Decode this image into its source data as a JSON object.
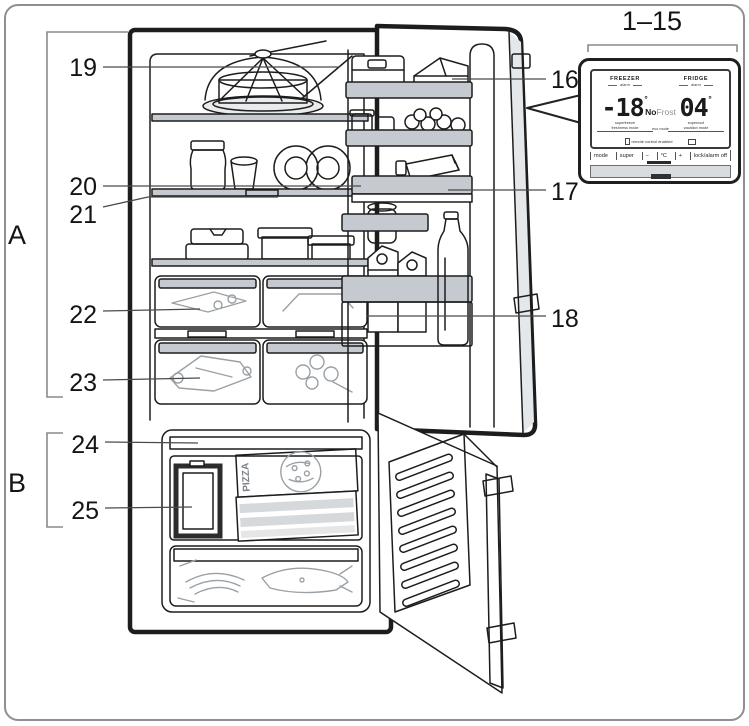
{
  "figure": {
    "callouts": {
      "n16": "16",
      "n17": "17",
      "n18": "18",
      "n19": "19",
      "n20": "20",
      "n21": "21",
      "n22": "22",
      "n23": "23",
      "n24": "24",
      "n25": "25"
    },
    "sections": {
      "a": "A",
      "b": "B"
    },
    "pizza_label": "PIZZA"
  },
  "panel": {
    "range_label": "1–15",
    "display": {
      "freezer_label": "FREEZER",
      "fridge_label": "FRIDGE",
      "alarm_label": "alarm",
      "freezer_temp": "-18",
      "fridge_temp": "04",
      "degree": "°",
      "nofrost_no": "No",
      "nofrost_frost": "Frost",
      "freezer_mode1": "superfreeze",
      "freezer_mode2": "freshness mode",
      "eco_label": "eco mode",
      "fridge_mode1": "supercool",
      "fridge_mode2": "vacation mode",
      "remote_label": "remote control enabled"
    },
    "buttons": [
      "mode",
      "super",
      "−",
      "°C",
      "+",
      "lock/alarm off"
    ]
  }
}
